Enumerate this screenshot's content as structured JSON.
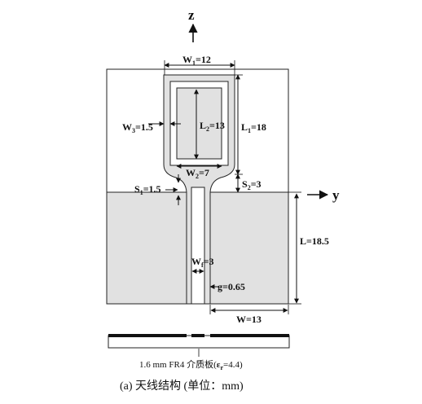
{
  "axes": {
    "z": "z",
    "y": "y"
  },
  "dimensions": {
    "w1": {
      "base": "W",
      "sub": "1",
      "rest": "=12"
    },
    "l1": {
      "base": "L",
      "sub": "1",
      "rest": "=18"
    },
    "l2": {
      "base": "L",
      "sub": "2",
      "rest": "=13"
    },
    "w3": {
      "base": "W",
      "sub": "3",
      "rest": "=1.5"
    },
    "w2": {
      "base": "W",
      "sub": "2",
      "rest": "=7"
    },
    "s1": {
      "base": "S",
      "sub": "1",
      "rest": "=1.5"
    },
    "s2": {
      "base": "S",
      "sub": "2",
      "rest": "=3"
    },
    "l": {
      "base": "L=",
      "value": "18.5"
    },
    "wf": {
      "base": "W",
      "sub": "f",
      "rest": "=3"
    },
    "g": {
      "text": "g=0.65"
    },
    "w": {
      "text": "W=13"
    }
  },
  "substrate": {
    "pre": "1.6 mm FR4 介质板(",
    "sym": "ε",
    "sub": "r",
    "post": "=4.4)"
  },
  "caption": "(a) 天线结构 (单位：mm)"
}
